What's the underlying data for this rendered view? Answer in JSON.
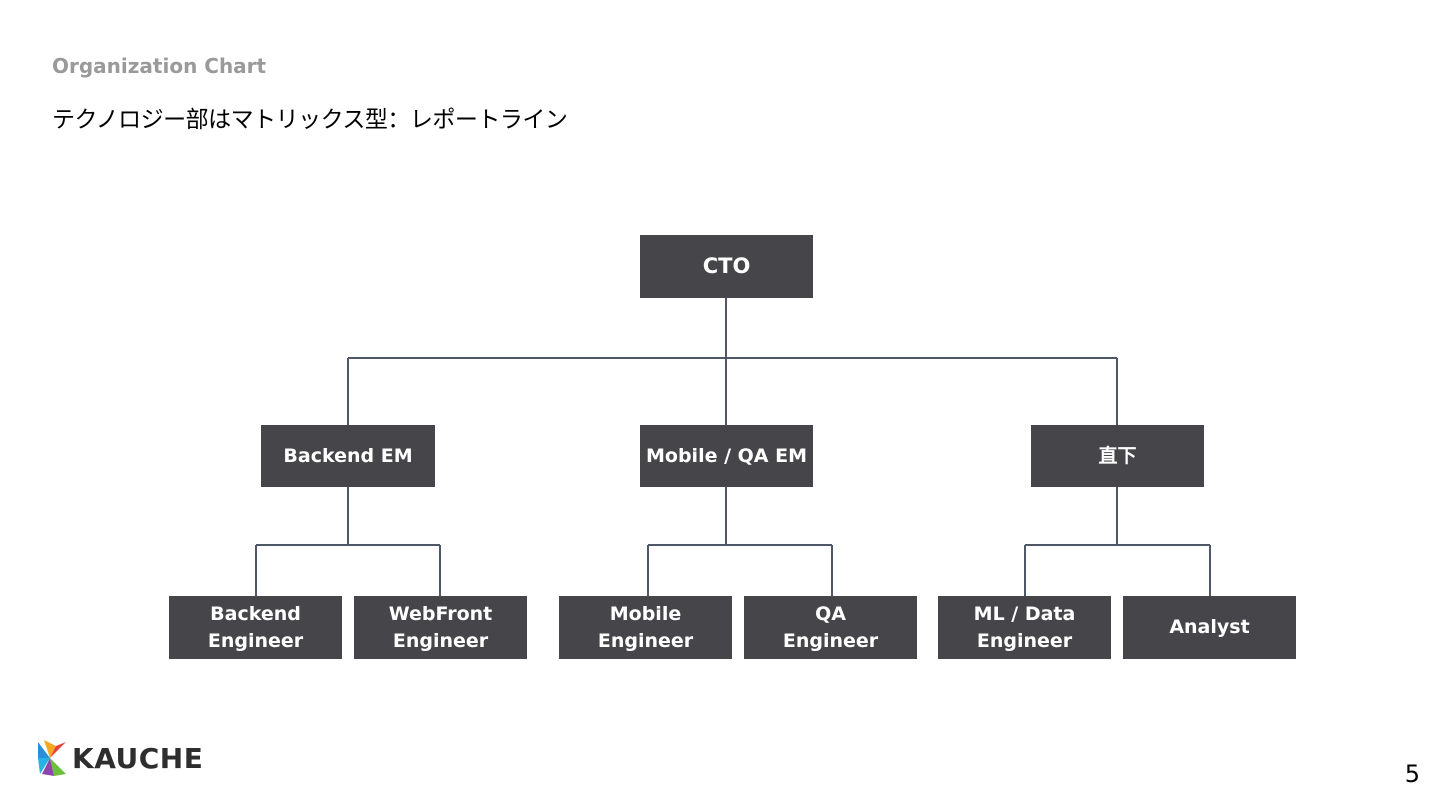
{
  "header": {
    "section_label": "Organization Chart",
    "title": "テクノロジー部はマトリックス型：レポートライン"
  },
  "org_chart": {
    "root": {
      "label": "CTO"
    },
    "managers": [
      {
        "label": "Backend EM",
        "reports": [
          {
            "line1": "Backend",
            "line2": "Engineer"
          },
          {
            "line1": "WebFront",
            "line2": "Engineer"
          }
        ]
      },
      {
        "label": "Mobile / QA EM",
        "reports": [
          {
            "line1": "Mobile",
            "line2": "Engineer"
          },
          {
            "line1": "QA",
            "line2": "Engineer"
          }
        ]
      },
      {
        "label": "直下",
        "reports": [
          {
            "line1": "ML / Data",
            "line2": "Engineer"
          },
          {
            "line1": "Analyst",
            "line2": ""
          }
        ]
      }
    ]
  },
  "logo": {
    "text": "KAUCHE"
  },
  "page_number": "5",
  "colors": {
    "node_fill": "#46464a",
    "node_text": "#ffffff",
    "connector": "#4f5866",
    "section_label": "#9a9a9a"
  }
}
